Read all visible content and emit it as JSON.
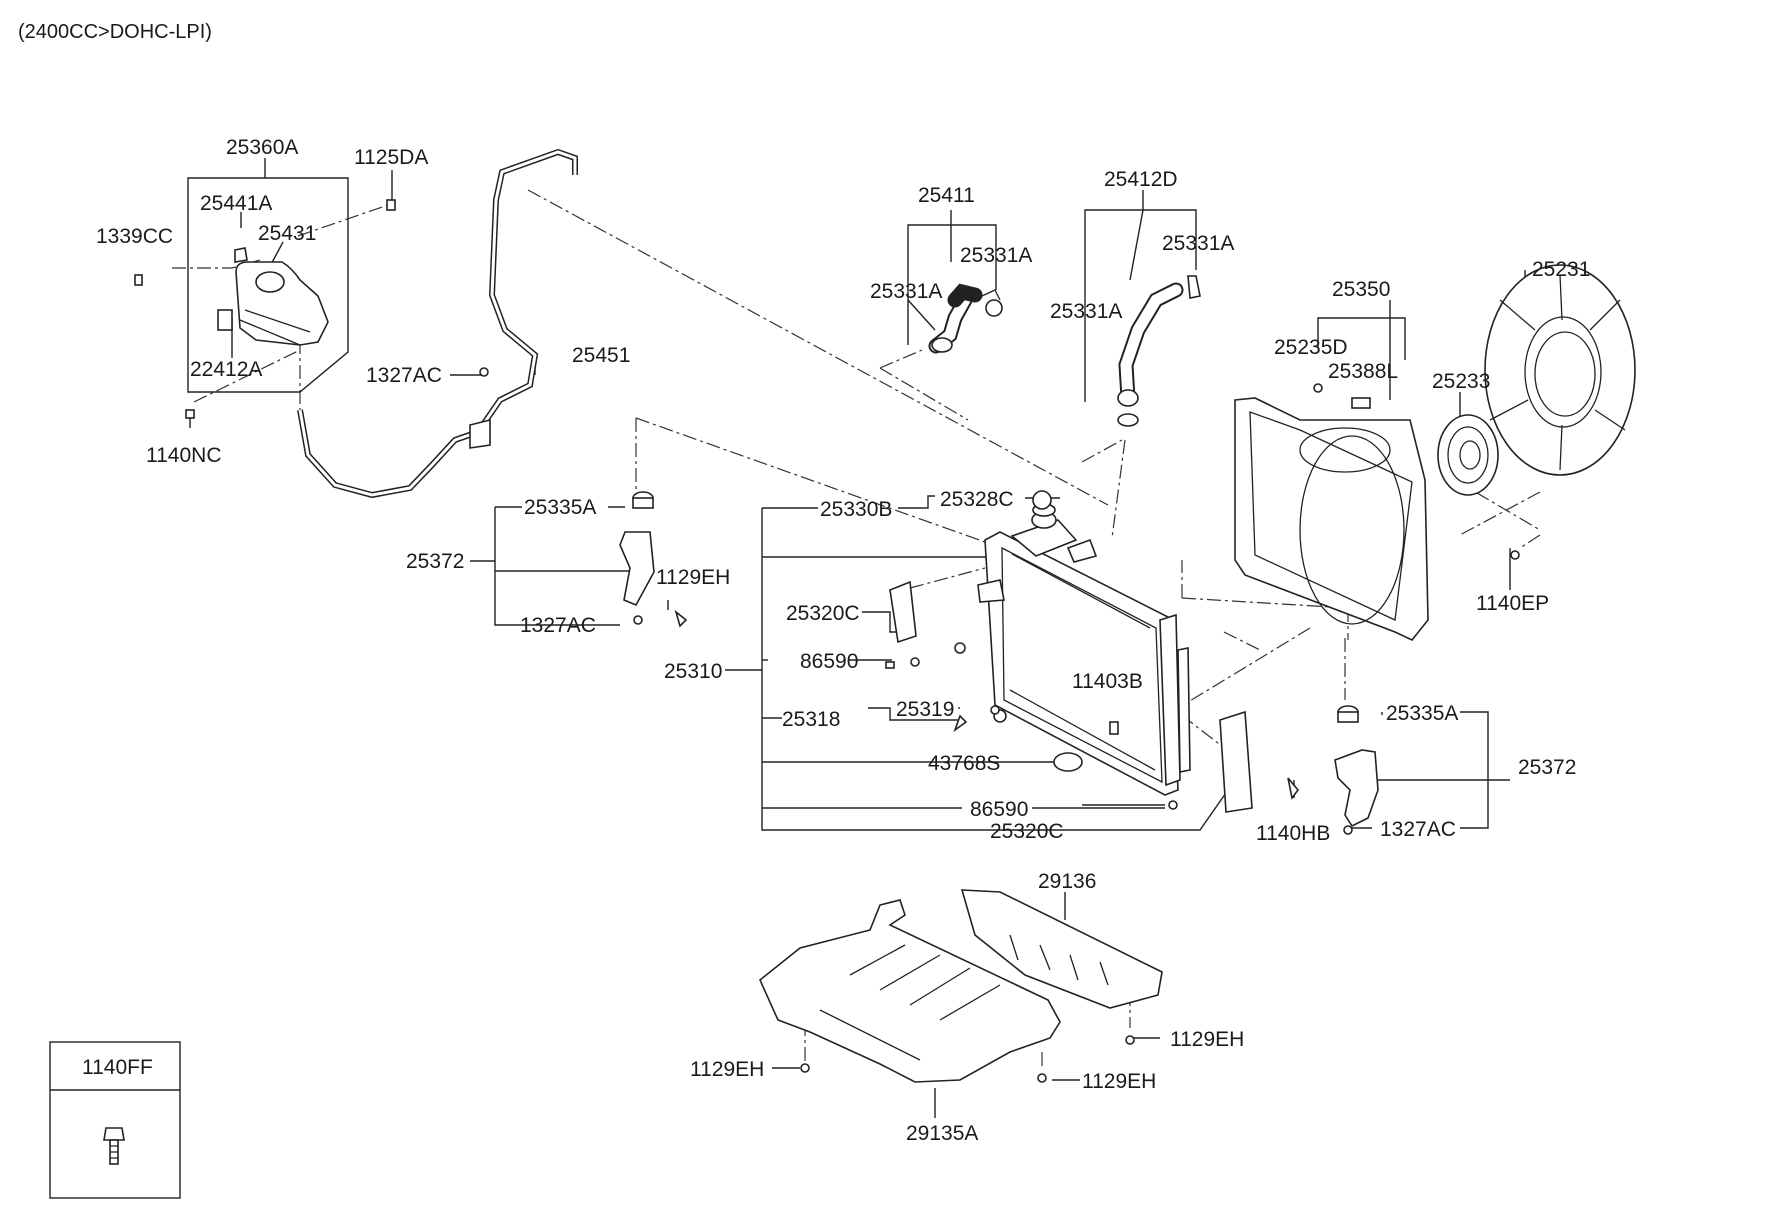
{
  "header": {
    "engine_spec": "(2400CC>DOHC-LPI)"
  },
  "legend_box": {
    "part_number": "1140FF"
  },
  "labels": {
    "reservoir_assy": "25360A",
    "reservoir_bolt_top": "1125DA",
    "reservoir_cap_sensor": "25441A",
    "reservoir_cap": "25431",
    "reservoir_nut": "1339CC",
    "reservoir_label": "22412A",
    "reservoir_bolt_bottom": "1140NC",
    "overflow_hose": "25451",
    "overflow_nut": "1327AC",
    "upper_hose_assy": "25411",
    "upper_hose_clamp_a": "25331A",
    "upper_hose_clamp_b": "25331A",
    "lower_hose_assy": "25412D",
    "lower_hose_clamp_a": "25331A",
    "lower_hose_clamp_b": "25331A",
    "shroud_assy": "25350",
    "shroud_bolt": "25235D",
    "shroud_label": "25388L",
    "fan": "25231",
    "fan_clutch": "25233",
    "fan_bolt": "1140EP",
    "left_insulator": "25335A",
    "left_bracket_assy": "25372",
    "left_bracket_bolt": "1129EH",
    "left_bracket_nut": "1327AC",
    "radiator_tank": "25330B",
    "radiator_cap": "25328C",
    "radiator_bracket_top": "25320C",
    "radiator_assy": "25310",
    "radiator_screw_top": "86590",
    "radiator_bolt": "11403B",
    "drain_plug_assy": "25318",
    "drain_plug": "25319",
    "radiator_seal": "43768S",
    "radiator_screw_bottom": "86590",
    "radiator_bracket_bottom": "25320C",
    "right_insulator": "25335A",
    "right_bracket_assy": "25372",
    "right_bracket_bolt": "1140HB",
    "right_bracket_nut": "1327AC",
    "cover_upper": "29136",
    "cover_bolt_right": "1129EH",
    "cover_bolt_left": "1129EH",
    "cover_bolt_mid": "1129EH",
    "cover_lower": "29135A"
  }
}
